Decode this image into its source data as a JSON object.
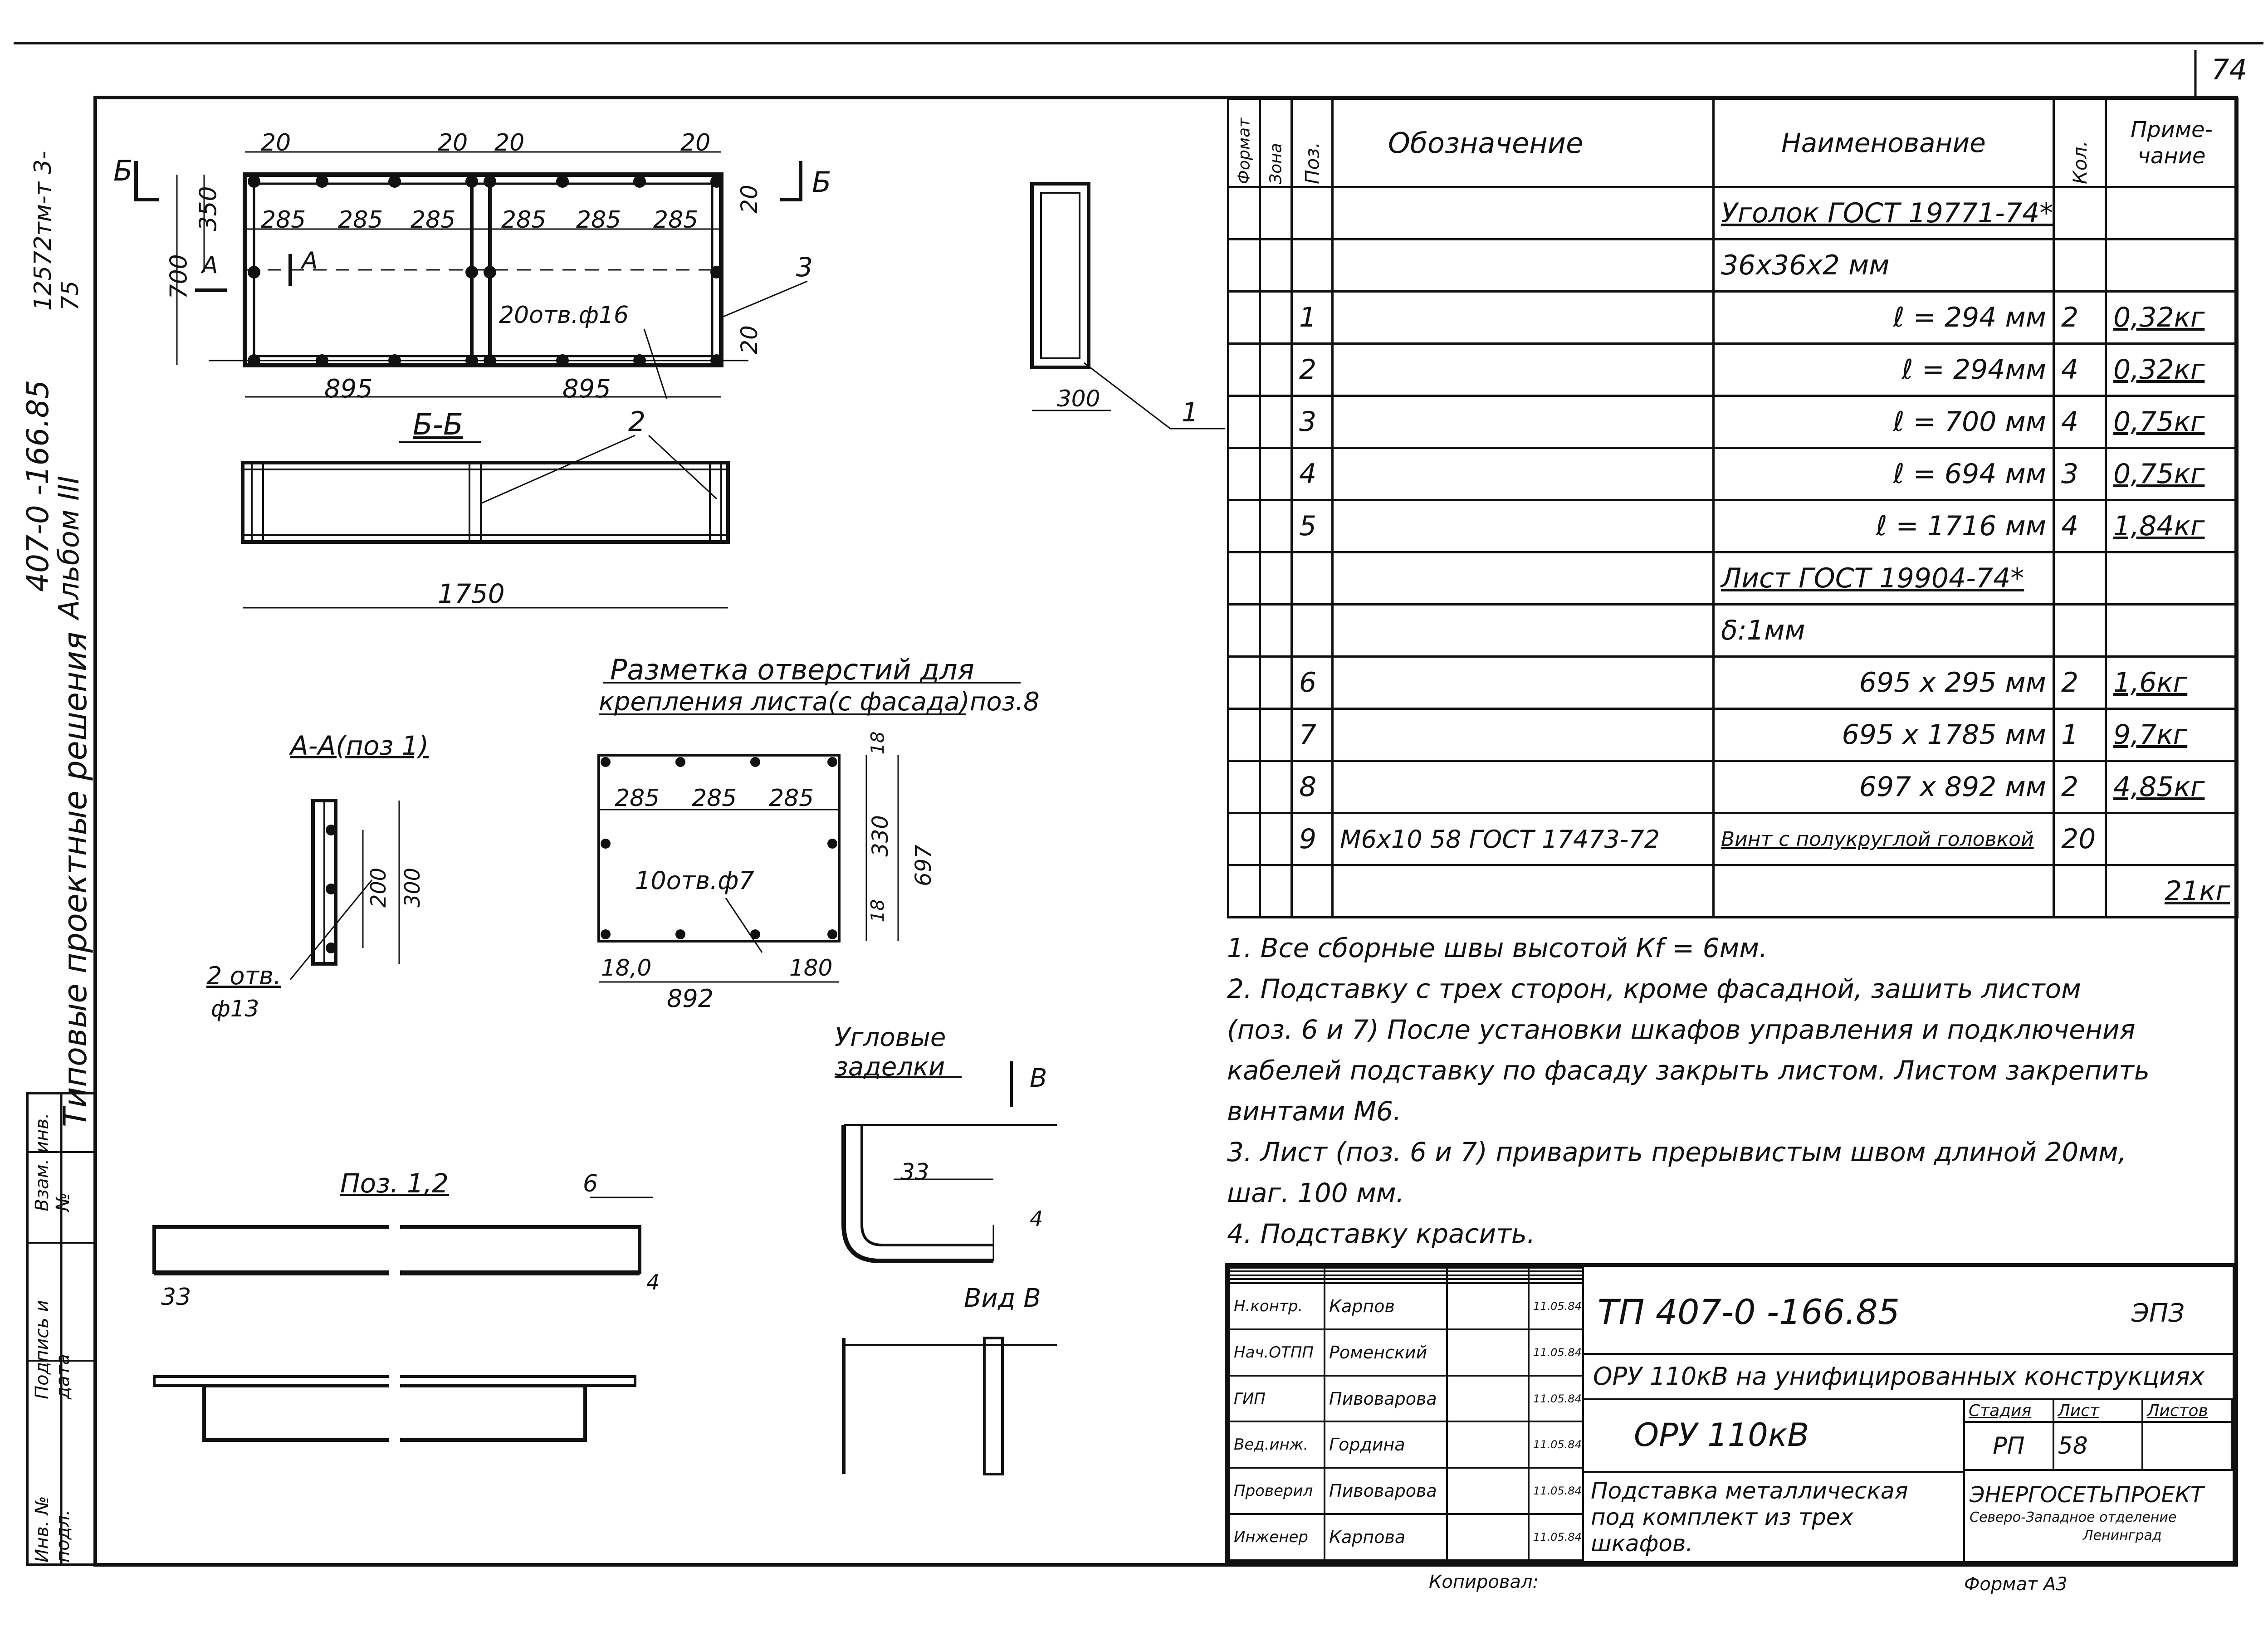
{
  "sheet_number": "74",
  "side_stamp": {
    "top": "12572тм-т 3-75",
    "series": "407-0 -166.85",
    "album": "Альбом III",
    "title": "Типовые проектные решения"
  },
  "left_strip": [
    "Инв. № подл.",
    "Подпись и дата",
    "Взам. инв. №"
  ],
  "drawing_labels": {
    "plan_dims_top": [
      "20",
      "20",
      "20",
      "20"
    ],
    "plan_dims_row": [
      "285",
      "285",
      "285",
      "285",
      "285",
      "285"
    ],
    "plan_dim_350": "350",
    "plan_dim_700": "700",
    "plan_dims_bottom": [
      "895",
      "895"
    ],
    "plan_dims_side": [
      "20",
      "20"
    ],
    "plan_holes": "20отв.ф16",
    "pos3": "3",
    "section_b_left": "Б",
    "section_b_right": "Б",
    "section_a": "А",
    "section_bb_title": "Б-Б",
    "pos2": "2",
    "dim_1750": "1750",
    "side_dim_300": "300",
    "pos1": "1",
    "marking_title_1": "Разметка отверстий для",
    "marking_title_2": "крепления листа(с фасада)поз.8",
    "marking_dims_row": [
      "285",
      "285",
      "285"
    ],
    "marking_holes": "10отв.ф7",
    "marking_330": "330",
    "marking_697": "697",
    "marking_18a": "18",
    "marking_18b": "18",
    "marking_180a": "18,0",
    "marking_180b": "180",
    "marking_892": "892",
    "section_aa_title": "А-А(поз 1)",
    "aa_200": "200",
    "aa_300": "300",
    "aa_holes": "2 отв.",
    "aa_dia": "ф13",
    "pos12_title": "Поз. 1,2",
    "pos12_6": "6",
    "pos12_33": "33",
    "pos12_4": "4",
    "corner_title_1": "Угловые",
    "corner_title_2": "заделки",
    "view_b_mark": "В",
    "corner_33": "33",
    "corner_4": "4",
    "view_b_title": "Вид В"
  },
  "spec_table": {
    "headers": {
      "format": "Формат",
      "zone": "Зона",
      "pos": "Поз.",
      "designation": "Обозначение",
      "name": "Наименование",
      "qty": "Кол.",
      "note": "Приме-чание"
    },
    "rows": [
      {
        "pos": "",
        "designation": "",
        "name": "Уголок ГОСТ 19771-74*",
        "qty": "",
        "note": ""
      },
      {
        "pos": "",
        "designation": "",
        "name": "36х36х2 мм",
        "qty": "",
        "note": ""
      },
      {
        "pos": "1",
        "designation": "",
        "name": "ℓ = 294 мм",
        "qty": "2",
        "note": "0,32кг"
      },
      {
        "pos": "2",
        "designation": "",
        "name": "ℓ = 294мм",
        "qty": "4",
        "note": "0,32кг"
      },
      {
        "pos": "3",
        "designation": "",
        "name": "ℓ = 700 мм",
        "qty": "4",
        "note": "0,75кг"
      },
      {
        "pos": "4",
        "designation": "",
        "name": "ℓ = 694 мм",
        "qty": "3",
        "note": "0,75кг"
      },
      {
        "pos": "5",
        "designation": "",
        "name": "ℓ = 1716 мм",
        "qty": "4",
        "note": "1,84кг"
      },
      {
        "pos": "",
        "designation": "",
        "name": "Лист ГОСТ 19904-74*",
        "qty": "",
        "note": ""
      },
      {
        "pos": "",
        "designation": "",
        "name": "δ:1мм",
        "qty": "",
        "note": ""
      },
      {
        "pos": "6",
        "designation": "",
        "name": "695 х 295 мм",
        "qty": "2",
        "note": "1,6кг"
      },
      {
        "pos": "7",
        "designation": "",
        "name": "695 х 1785 мм",
        "qty": "1",
        "note": "9,7кг"
      },
      {
        "pos": "8",
        "designation": "",
        "name": "697 х 892 мм",
        "qty": "2",
        "note": "4,85кг"
      },
      {
        "pos": "9",
        "designation": "М6х10 58 ГОСТ 17473-72",
        "name": "Винт с полукруглой головкой",
        "qty": "20",
        "note": ""
      },
      {
        "pos": "",
        "designation": "",
        "name": "",
        "qty": "",
        "note": "21кг"
      }
    ]
  },
  "notes": [
    "1. Все сборные швы высотой Кf = 6мм.",
    "2. Подставку с трех сторон, кроме фасадной, зашить листом",
    "(поз. 6 и 7) После установки шкафов управления и подключения",
    "кабелей подставку по фасаду закрыть листом. Листом закрепить",
    "винтами М6.",
    "3. Лист (поз. 6 и 7) приварить прерывистым швом длиной 20мм,",
    "шаг. 100 мм.",
    "4. Подставку красить."
  ],
  "title_block": {
    "doc_code": "ТП 407-0 -166.85",
    "doc_suffix": "ЭПЗ",
    "project": "ОРУ 110кВ на унифицированных конструкциях",
    "object": "ОРУ 110кВ",
    "stage_h": "Стадия",
    "sheet_h": "Лист",
    "sheets_h": "Листов",
    "stage": "РП",
    "sheet": "58",
    "description": [
      "Подставка металлическая",
      "под комплект из трех",
      "шкафов."
    ],
    "org": [
      "ЭНЕРГОСЕТЬПРОЕКТ",
      "Северо-Западное отделение",
      "Ленинград"
    ],
    "signers": [
      {
        "role": "Н.контр.",
        "name": "Карпов",
        "date": "11.05.84"
      },
      {
        "role": "Нач.ОТПП",
        "name": "Роменский",
        "date": "11.05.84"
      },
      {
        "role": "ГИП",
        "name": "Пивоварова",
        "date": "11.05.84"
      },
      {
        "role": "Вед.инж.",
        "name": "Гордина",
        "date": "11.05.84"
      },
      {
        "role": "Проверил",
        "name": "Пивоварова",
        "date": "11.05.84"
      },
      {
        "role": "Инженер",
        "name": "Карпова",
        "date": "11.05.84"
      }
    ],
    "copied": "Копировал:",
    "format": "Формат А3"
  }
}
